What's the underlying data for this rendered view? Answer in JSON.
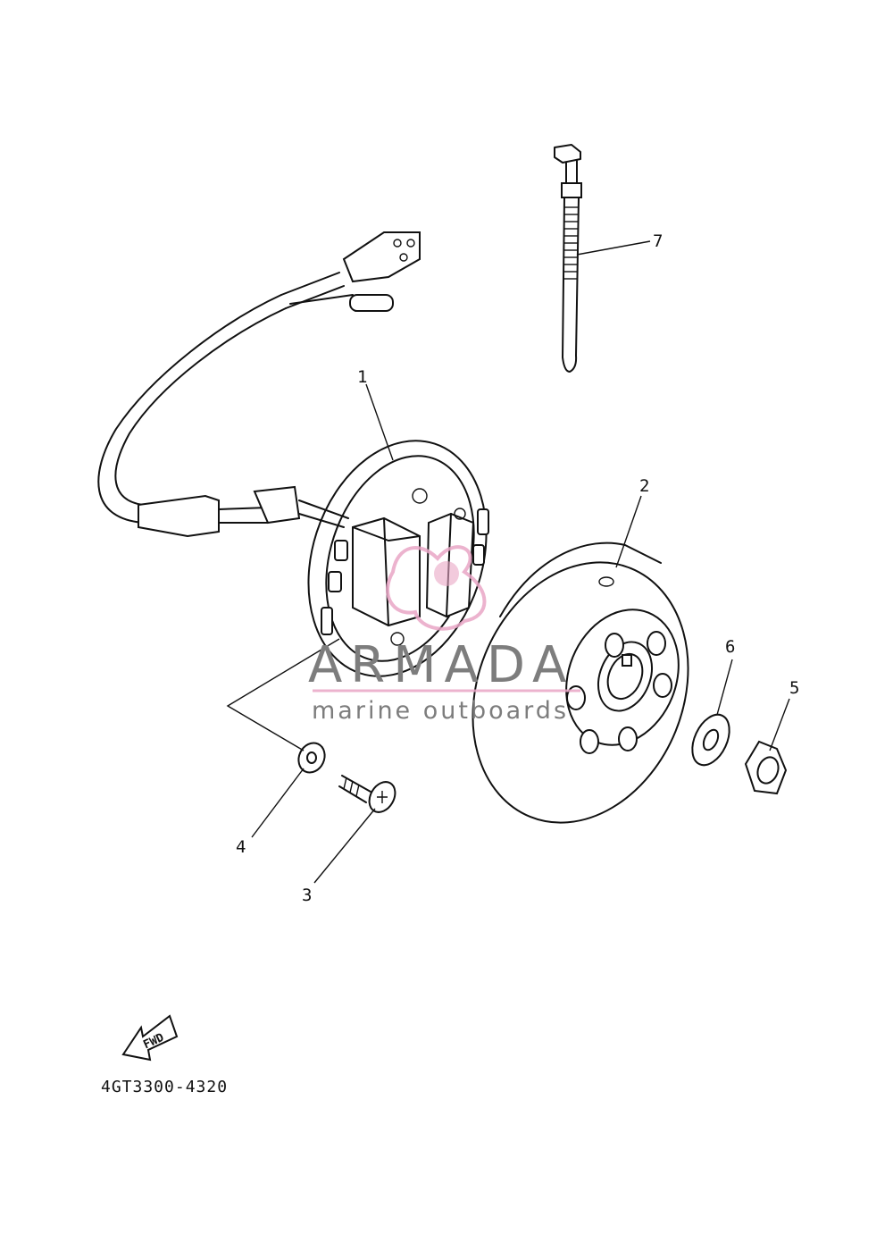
{
  "parts": [
    {
      "num": "1",
      "name": "stator-assembly"
    },
    {
      "num": "2",
      "name": "rotor-flywheel"
    },
    {
      "num": "3",
      "name": "screw"
    },
    {
      "num": "4",
      "name": "washer"
    },
    {
      "num": "5",
      "name": "nut"
    },
    {
      "num": "6",
      "name": "plain-washer"
    },
    {
      "num": "7",
      "name": "cable-tie"
    }
  ],
  "fwd_label": "FWD",
  "diagram_code": "4GT3300-4320",
  "watermark": {
    "title": "ARMADA",
    "subtitle": "marine outboards",
    "logo_color": "#e9a6c6",
    "text_color": "#7d7d7d"
  }
}
